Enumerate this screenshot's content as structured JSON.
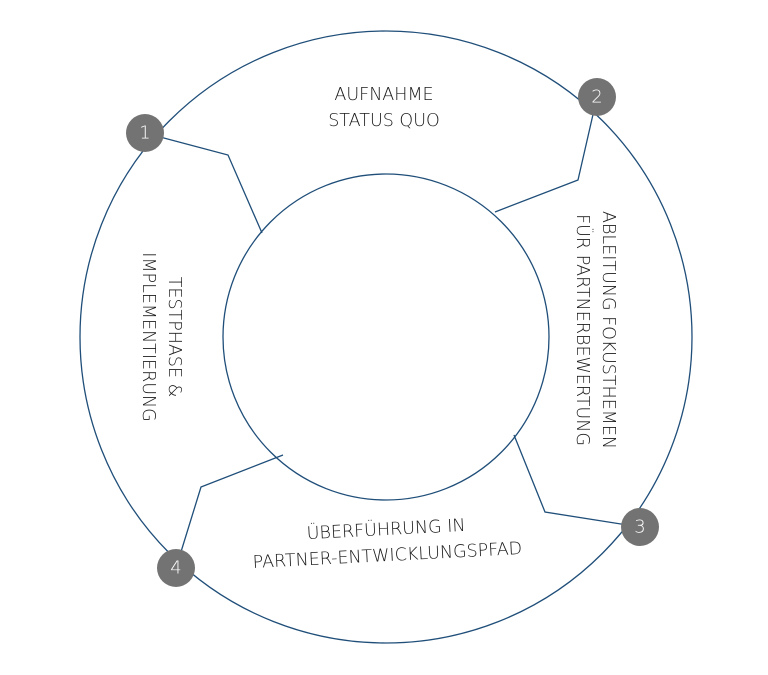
{
  "segments": [
    {
      "number": "1",
      "line1": "AUFNAHME",
      "line2": "STATUS QUO"
    },
    {
      "number": "2",
      "line1": "ABLEITUNG FOKUSTHEMEN",
      "line2": "FÜR PARTNERBEWERTUNG"
    },
    {
      "number": "3",
      "line1": "ÜBERFÜHRUNG IN",
      "line2": "PARTNER-ENTWICKLUNGSPFAD"
    },
    {
      "number": "4",
      "line1": "TESTPHASE &",
      "line2": "IMPLEMENTIERUNG"
    }
  ],
  "colors": {
    "stroke": "#1f4e79",
    "badge": "#737373",
    "badge_text": "#ffffff",
    "label_text": "#1a1a1a"
  }
}
